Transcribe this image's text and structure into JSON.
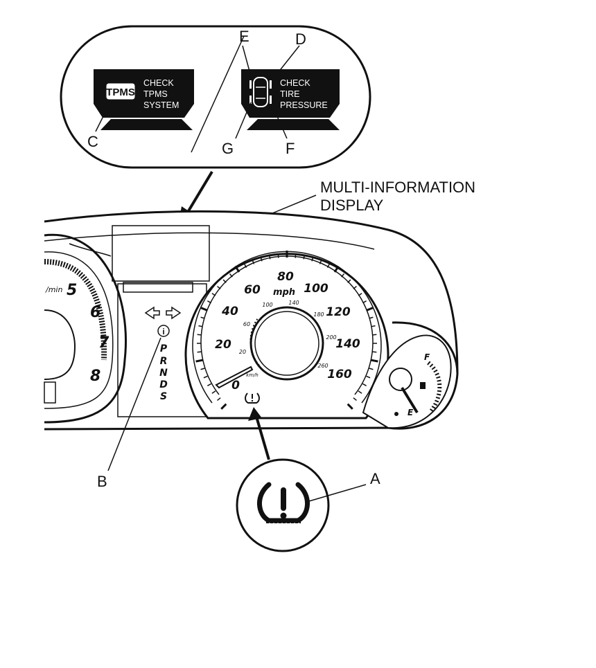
{
  "callouts": {
    "a": "A",
    "b": "B",
    "c": "C",
    "d": "D",
    "e": "E",
    "f": "F",
    "g": "G"
  },
  "display_label_line1": "MULTI-INFORMATION",
  "display_label_line2": "DISPLAY",
  "tpms_screen": {
    "badge": "TPMS",
    "line1": "CHECK",
    "line2": "TPMS",
    "line3": "SYSTEM"
  },
  "tire_screen": {
    "line1": "CHECK",
    "line2": "TIRE",
    "line3": "PRESSURE"
  },
  "speedometer": {
    "unit_mph": "mph",
    "unit_kmh": "km/h",
    "mph_labels": [
      "0",
      "20",
      "40",
      "60",
      "80",
      "100",
      "120",
      "140",
      "160"
    ],
    "kmh_labels": [
      "20",
      "60",
      "100",
      "140",
      "180",
      "200",
      "260"
    ]
  },
  "tachometer": {
    "unit": "/min",
    "labels": [
      "5",
      "6",
      "7",
      "8"
    ]
  },
  "gear_indicator": {
    "p": "P",
    "r": "R",
    "n": "N",
    "d": "D",
    "s": "S"
  },
  "fuel_gauge": {
    "full": "F",
    "empty": "E"
  },
  "colors": {
    "ink": "#111111",
    "lcd_background": "#111111",
    "paper": "#ffffff"
  }
}
